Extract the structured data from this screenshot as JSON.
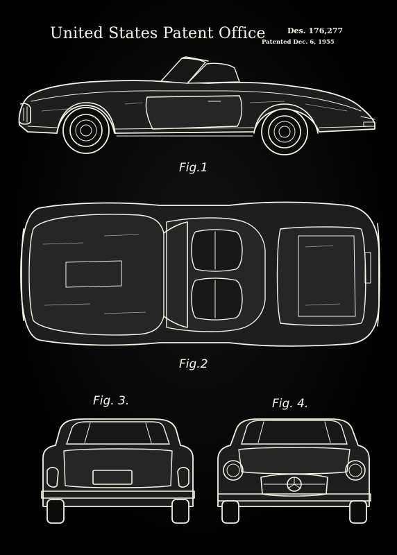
{
  "header": {
    "title": "United States Patent Office",
    "design_number": "Des. 176,277",
    "patented_date": "Patented Dec. 6, 1955"
  },
  "figures": {
    "fig1": "Fig.1",
    "fig2": "Fig.2",
    "fig3": "Fig. 3.",
    "fig4": "Fig. 4."
  },
  "colors": {
    "background": "#000000",
    "line": "#f3f3e6"
  }
}
